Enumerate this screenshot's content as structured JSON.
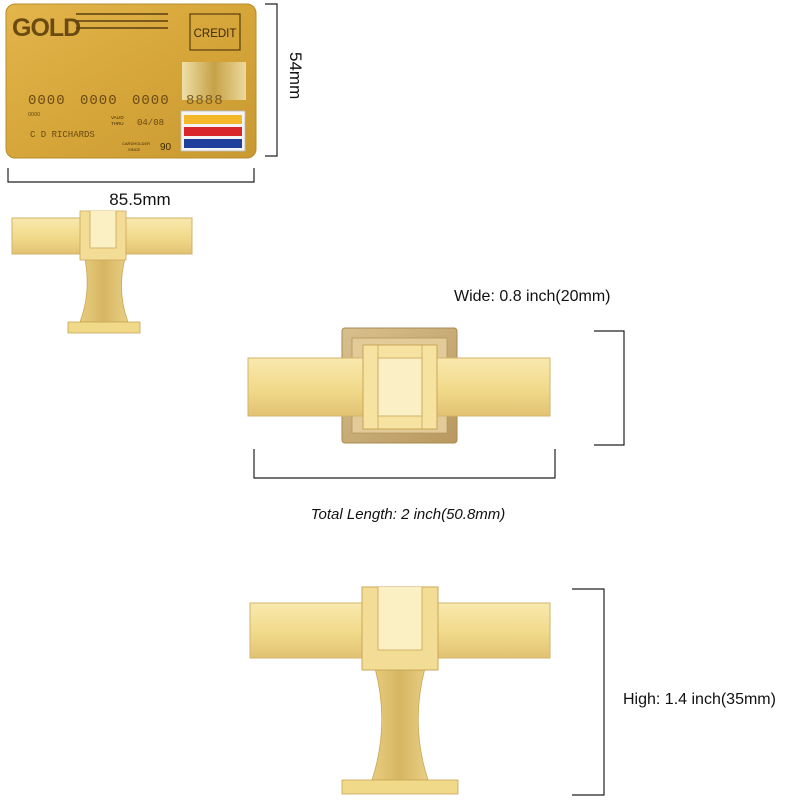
{
  "card": {
    "brand": "GOLD",
    "type": "CREDIT",
    "number_groups": [
      "0000",
      "0000",
      "0000",
      "8888"
    ],
    "valid_thru_line1": "VALID",
    "valid_thru_line2": "THRU",
    "expiry": "04/08",
    "holder": "C D RICHARDS",
    "since_line1": "CARDHOLDER",
    "since_line2": "SINCE",
    "since_year": "90",
    "member_since_small": "0000"
  },
  "dimensions": {
    "card_width": "85.5mm",
    "card_height": "54mm",
    "wide": "Wide: 0.8 inch(20mm)",
    "total_length": "Total Length: 2 inch(50.8mm)",
    "high": "High: 1.4 inch(35mm)"
  },
  "colors": {
    "card_gold": "#d6a83c",
    "brass_light": "#f7e4a0",
    "brass_mid": "#e6c975",
    "brass_dark": "#c9a24f",
    "dimension_line": "#222222",
    "stripe_yellow": "#f5b82a",
    "stripe_red": "#d8262c",
    "stripe_blue": "#1f3f9c"
  }
}
